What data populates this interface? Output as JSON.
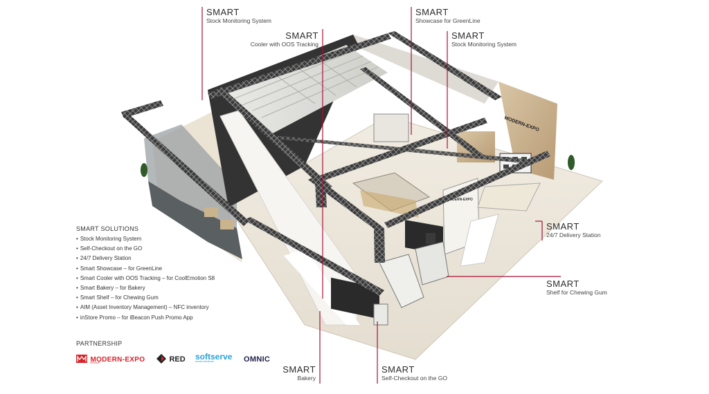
{
  "callouts": {
    "c1": {
      "title": "SMART",
      "subtitle": "Stock Monitoring System"
    },
    "c2": {
      "title": "SMART",
      "subtitle": "Cooler with OOS Tracking"
    },
    "c3": {
      "title": "SMART",
      "subtitle": "Showcase for GreenLine"
    },
    "c4": {
      "title": "SMART",
      "subtitle": "Stock Monitoring System"
    },
    "c5": {
      "title": "SMART",
      "subtitle": "24/7 Delivery Station"
    },
    "c6": {
      "title": "SMART",
      "subtitle": "Shelf for Chewing Gum"
    },
    "c7": {
      "title": "SMART",
      "subtitle": "Bakery"
    },
    "c8": {
      "title": "SMART",
      "subtitle": "Self-Checkout on the GO"
    }
  },
  "solutions": {
    "title": "SMART SOLUTIONS",
    "items": [
      "Stock Monitoring System",
      "Self-Checkout on the GO",
      "24/7 Delivery Station",
      "Smart Showcase – for GreenLine",
      "Smart Cooler with OOS Tracking – for CoolEmotion S8",
      "Smart Bakery – for Bakery",
      "Smart Shelf – for Chewing Gum",
      "AIM (Asset Inventory Management) – NFC inventory",
      "inStore Promo – for iBeacon Push Promo App"
    ]
  },
  "partnership": {
    "title": "PARTNERSHIP",
    "modern_expo": "MODERN-EXPO",
    "modern_expo_sub": "GROUP",
    "red": "RED",
    "softserve": "softserve",
    "softserve_sub": "smart solutions",
    "omnic": "OMNIC"
  },
  "booth_signs": {
    "wall": "MODERN-EXPO",
    "panel": "MODERN-EXPO"
  },
  "colors": {
    "accent": "#a4113a",
    "brand_red": "#d8232a",
    "softserve_blue": "#2aa0d8",
    "omnic_navy": "#20214a"
  }
}
